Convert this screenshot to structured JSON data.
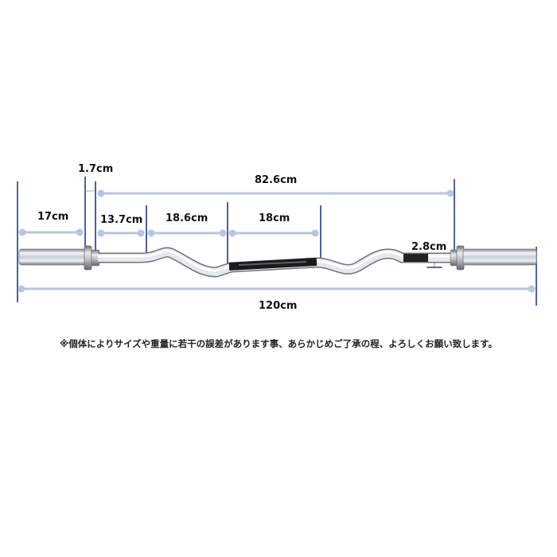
{
  "colors": {
    "guide": "#1f3a8a",
    "dimension": "#b8c6e0",
    "text": "#111111",
    "chrome_light": "#f2f4f6",
    "chrome_dark": "#8a9096",
    "black_grip": "#1a1a1a"
  },
  "dimensions": {
    "overall_width": "1.7cm",
    "straight_section": "82.6cm",
    "sleeve": "17cm",
    "inner_grip": "13.7cm",
    "first_curve": "18.6cm",
    "center_grip": "18cm",
    "bar_diameter": "2.8cm",
    "total_length": "120cm"
  },
  "note": "※個体によりサイズや重量に若干の誤差があります事、あらかじめご了承の程、よろしくお願い致します。"
}
